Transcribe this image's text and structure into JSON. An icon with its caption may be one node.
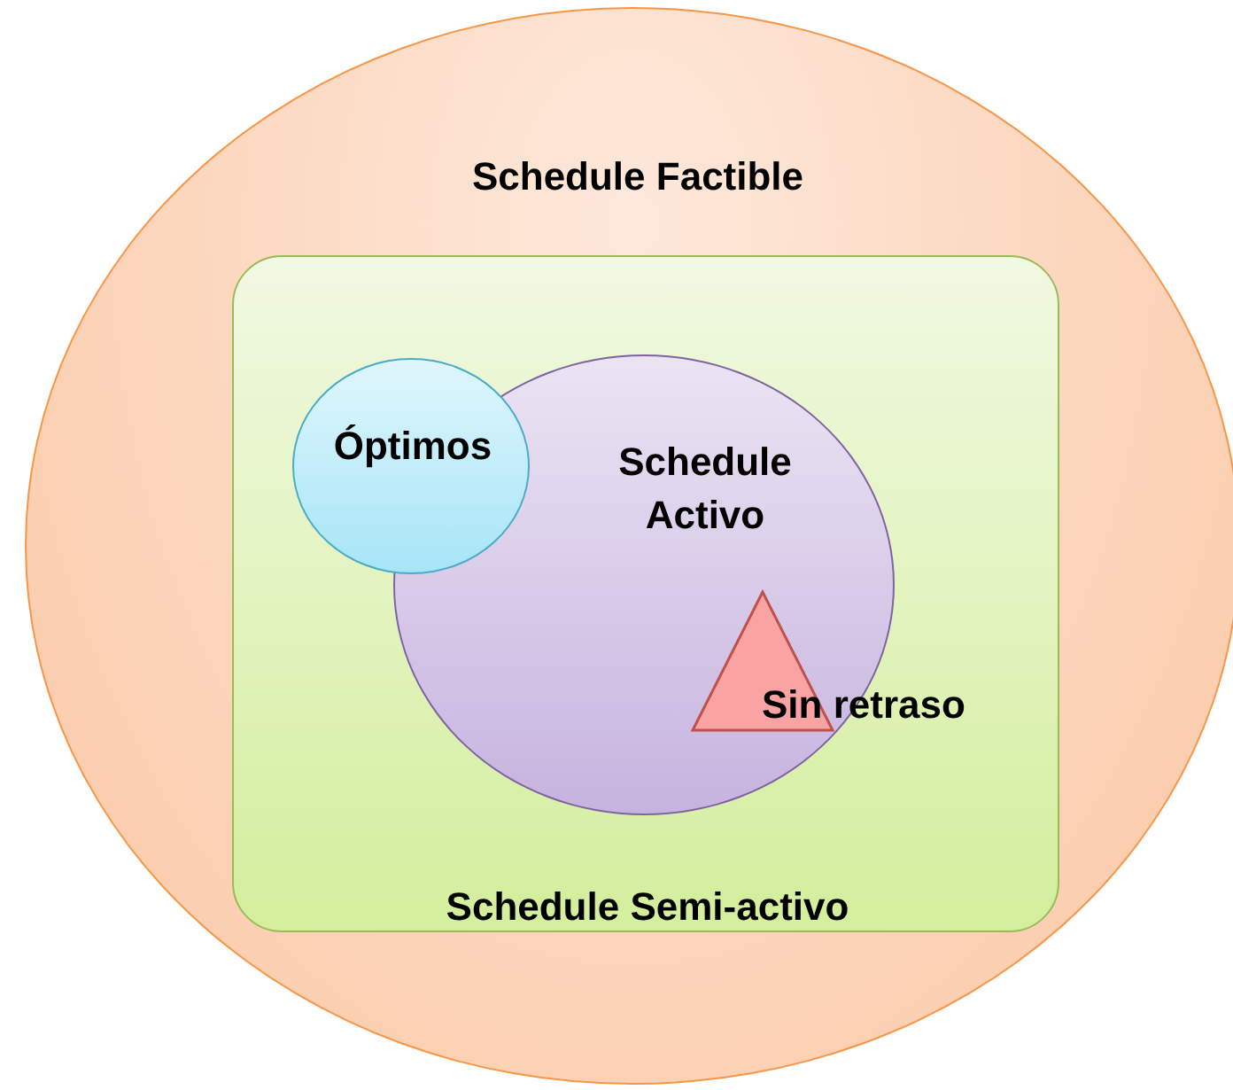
{
  "diagram": {
    "nodes": [
      {
        "text": [
          "Schedule Factible"
        ]
      },
      {
        "text": [
          "Schedule Semi-activo"
        ],
        "in": 0
      },
      {
        "text": [
          "Schedule Activo"
        ],
        "in": 1
      },
      {
        "text": [
          "Óptimos"
        ],
        "in": 1
      },
      {
        "text": [
          "Sin retraso"
        ],
        "in": 2
      }
    ]
  }
}
